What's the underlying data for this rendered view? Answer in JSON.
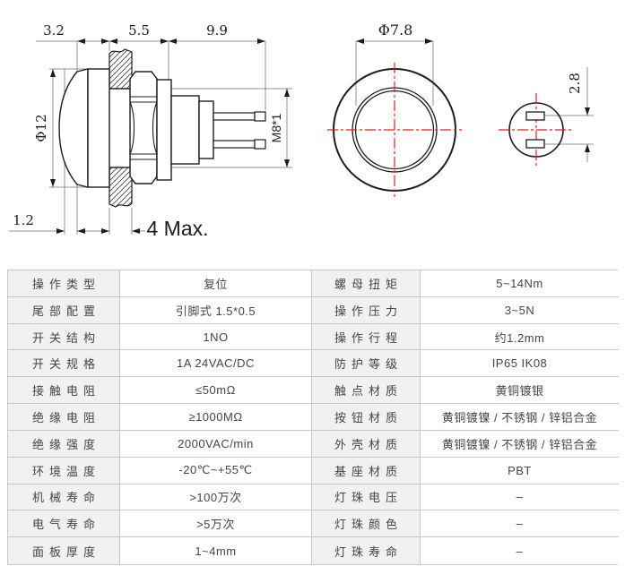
{
  "drawing": {
    "colors": {
      "outline": "#1c1c1c",
      "dimension_line": "#909090",
      "centerline": "#ee1c1c",
      "hatch": "#444444"
    },
    "side_view": {
      "dim_top_left": "3.2",
      "dim_top_mid": "5.5",
      "dim_top_right": "9.9",
      "dim_diameter": "Φ12",
      "dim_thread": "M8*1",
      "dim_bottom_left": "1.2",
      "dim_panel_max": "4 Max."
    },
    "front_view": {
      "dim_diameter": "Φ7.8"
    },
    "rear_view": {
      "dim_pin_spacing": "2.8"
    }
  },
  "spec_table": {
    "left": [
      {
        "label": "操作类型",
        "value": "复位"
      },
      {
        "label": "尾部配置",
        "value": "引脚式 1.5*0.5"
      },
      {
        "label": "开关结构",
        "value": "1NO"
      },
      {
        "label": "开关规格",
        "value": "1A 24VAC/DC"
      },
      {
        "label": "接触电阻",
        "value": "≤50mΩ"
      },
      {
        "label": "绝缘电阻",
        "value": "≥1000MΩ"
      },
      {
        "label": "绝缘强度",
        "value": "2000VAC/min"
      },
      {
        "label": "环境温度",
        "value": "-20℃~+55℃"
      },
      {
        "label": "机械寿命",
        "value": ">100万次"
      },
      {
        "label": "电气寿命",
        "value": ">5万次"
      },
      {
        "label": "面板厚度",
        "value": "1~4mm"
      }
    ],
    "right": [
      {
        "label": "螺母扭矩",
        "value": "5~14Nm"
      },
      {
        "label": "操作压力",
        "value": "3~5N"
      },
      {
        "label": "操作行程",
        "value": "约1.2mm"
      },
      {
        "label": "防护等级",
        "value": "IP65 IK08"
      },
      {
        "label": "触点材质",
        "value": "黄铜镀银"
      },
      {
        "label": "按钮材质",
        "value": "黄铜镀镍 / 不锈钢 / 锌铝合金"
      },
      {
        "label": "外壳材质",
        "value": "黄铜镀镍 / 不锈钢 / 锌铝合金"
      },
      {
        "label": "基座材质",
        "value": "PBT"
      },
      {
        "label": "灯珠电压",
        "value": "–"
      },
      {
        "label": "灯珠颜色",
        "value": "–"
      },
      {
        "label": "灯珠寿命",
        "value": "–"
      }
    ]
  }
}
